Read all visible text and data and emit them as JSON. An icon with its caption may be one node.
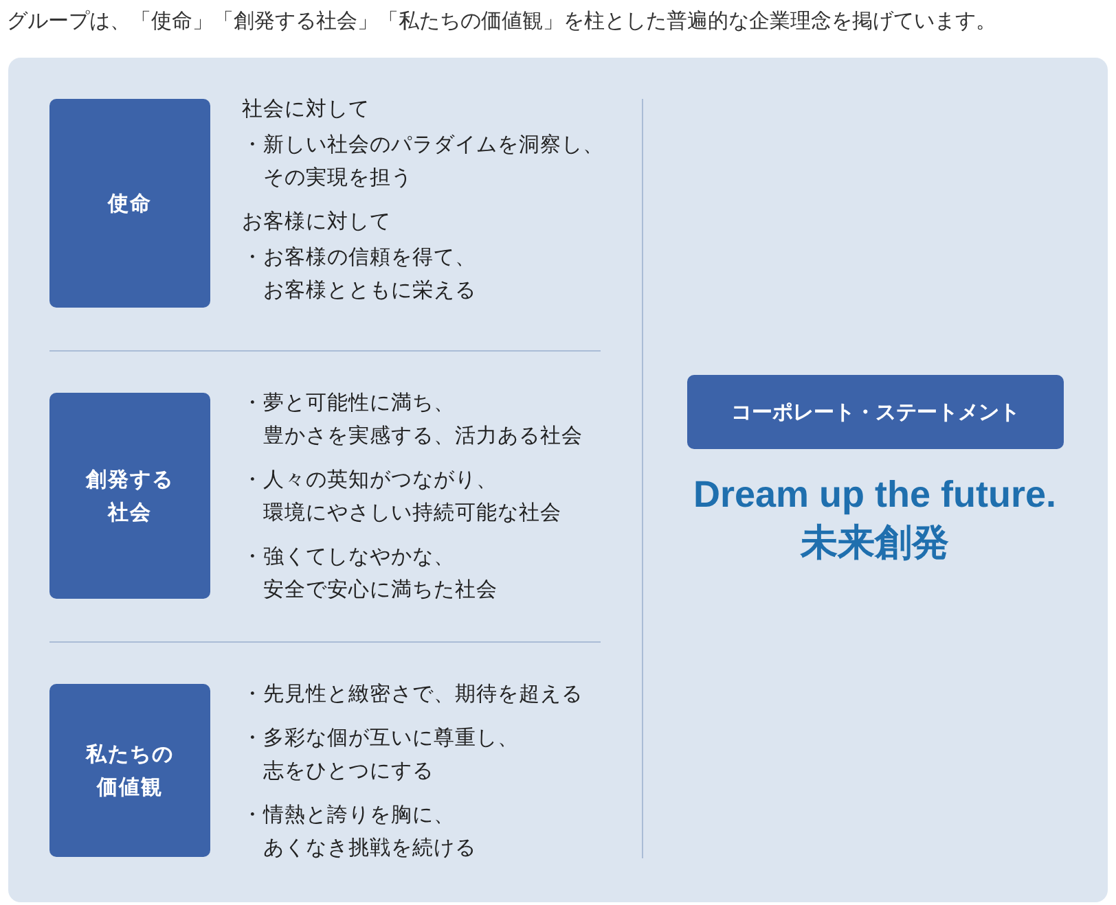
{
  "diagram": {
    "title": "グループは、「使命」「創発する社会」「私たちの価値観」を柱とした普遍的な企業理念を掲げています。",
    "nodes": [
      {
        "text": [
          "使命"
        ],
        "beside": [
          "社会に対して",
          "・新しい社会のパラダイムを洞察し、その実現を担う",
          "お客様に対して",
          "・お客様の信頼を得て、お客様とともに栄える"
        ]
      },
      {
        "text": [
          "創発する社会"
        ],
        "beside": [
          "・夢と可能性に満ち、豊かさを実感する、活力ある社会",
          "・人々の英知がつながり、環境にやさしい持続可能な社会",
          "・強くてしなやかな、安全で安心に満ちた社会"
        ]
      },
      {
        "text": [
          "私たちの価値観"
        ],
        "beside": [
          "・先見性と緻密さで、期待を超える",
          "・多彩な個が互いに尊重し、志をひとつにする",
          "・情熱と誇りを胸に、あくなき挑戦を続ける"
        ]
      },
      {
        "text": [
          "コーポレート・ステートメント"
        ],
        "beside": [
          "Dream up the future.",
          "未来創発"
        ]
      }
    ]
  }
}
